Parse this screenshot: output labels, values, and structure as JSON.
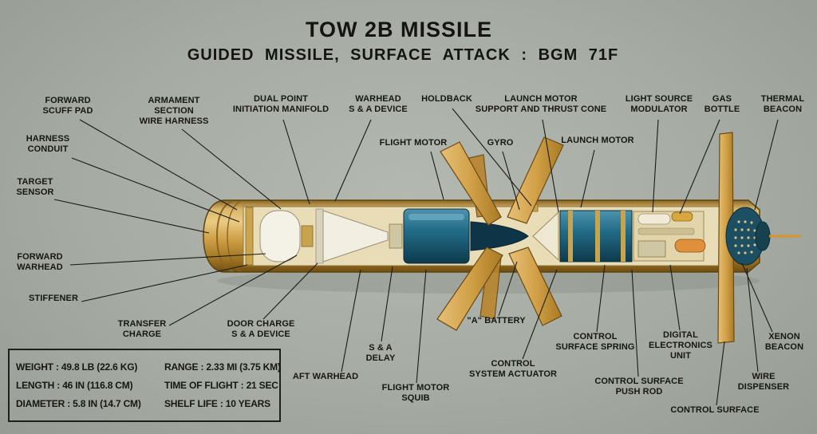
{
  "title": "TOW 2B MISSILE",
  "subtitle": "GUIDED MISSILE, SURFACE ATTACK :  BGM 71F",
  "labels": [
    {
      "id": "forward-scuff-pad",
      "text": "FORWARD\nSCUFF PAD"
    },
    {
      "id": "armament-section-wire-harness",
      "text": "ARMAMENT\nSECTION\nWIRE HARNESS"
    },
    {
      "id": "dual-point-initiation-manifold",
      "text": "DUAL POINT\nINITIATION MANIFOLD"
    },
    {
      "id": "warhead-sa-device",
      "text": "WARHEAD\nS & A  DEVICE"
    },
    {
      "id": "holdback",
      "text": "HOLDBACK"
    },
    {
      "id": "launch-motor-support-thrust-cone",
      "text": "LAUNCH MOTOR\nSUPPORT AND THRUST CONE"
    },
    {
      "id": "light-source-modulator",
      "text": "LIGHT SOURCE\nMODULATOR"
    },
    {
      "id": "gas-bottle",
      "text": "GAS\nBOTTLE"
    },
    {
      "id": "thermal-beacon",
      "text": "THERMAL\nBEACON"
    },
    {
      "id": "flight-motor",
      "text": "FLIGHT MOTOR"
    },
    {
      "id": "gyro",
      "text": "GYRO"
    },
    {
      "id": "launch-motor",
      "text": "LAUNCH MOTOR"
    },
    {
      "id": "harness-conduit",
      "text": "HARNESS\nCONDUIT"
    },
    {
      "id": "target-sensor",
      "text": "TARGET\nSENSOR"
    },
    {
      "id": "forward-warhead",
      "text": "FORWARD\nWARHEAD"
    },
    {
      "id": "stiffener",
      "text": "STIFFENER"
    },
    {
      "id": "transfer-charge",
      "text": "TRANSFER\nCHARGE"
    },
    {
      "id": "door-charge-sa-device",
      "text": "DOOR CHARGE\nS & A  DEVICE"
    },
    {
      "id": "sa-delay",
      "text": "S & A\nDELAY"
    },
    {
      "id": "aft-warhead",
      "text": "AFT WARHEAD"
    },
    {
      "id": "flight-motor-squib",
      "text": "FLIGHT MOTOR\nSQUIB"
    },
    {
      "id": "a-battery",
      "text": "\"A\" BATTERY"
    },
    {
      "id": "control-system-actuator",
      "text": "CONTROL\nSYSTEM ACTUATOR"
    },
    {
      "id": "control-surface-spring",
      "text": "CONTROL\nSURFACE SPRING"
    },
    {
      "id": "digital-electronics-unit",
      "text": "DIGITAL\nELECTRONICS\nUNIT"
    },
    {
      "id": "control-surface-push-rod",
      "text": "CONTROL SURFACE\nPUSH ROD"
    },
    {
      "id": "control-surface",
      "text": "CONTROL SURFACE"
    },
    {
      "id": "wire-dispenser",
      "text": "WIRE DISPENSER"
    },
    {
      "id": "xenon-beacon",
      "text": "XENON\nBEACON"
    }
  ],
  "specs": {
    "col1": [
      "WEIGHT : 49.8 LB (22.6 KG)",
      "LENGTH : 46 IN (116.8 CM)",
      "DIAMETER : 5.8 IN (14.7 CM)"
    ],
    "col2": [
      "RANGE : 2.33 MI (3.75 KM)",
      "TIME OF FLIGHT : 21 SEC",
      "SHELF LIFE : 10 YEARS"
    ]
  },
  "colors": {
    "background": "#a6aca4",
    "missile_gold": "#d2a148",
    "motor_teal": "#226c88",
    "text": "#17170f"
  }
}
